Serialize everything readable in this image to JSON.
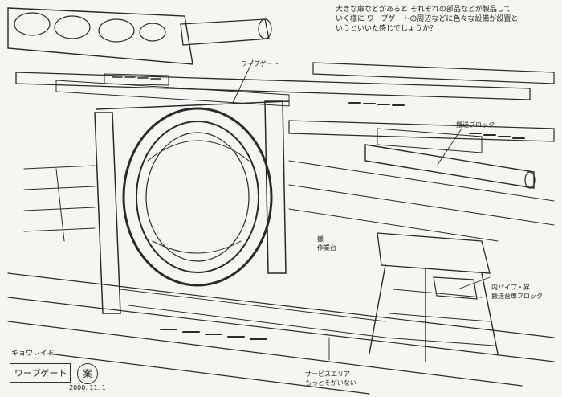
{
  "sheet": {
    "notes": {
      "top_right": "大きな扉などがあると それぞれの部品などが製品して\nいく様に ワープゲートの周辺などに色々な設備が設置と\nいうといいた感じでしょうか？"
    },
    "labels": {
      "warp_gate": "ワープゲート",
      "block": "搬送ブロック",
      "parts_belt": "内パイプ・昇\n搬送台車ブロック",
      "service_area": "サービスエリア\nもっとそがいない",
      "small_note": "搬\n作業台"
    },
    "title_tag": {
      "side": "キョウレイド",
      "main": "ワープゲート",
      "stamp": "案",
      "date": "2000. 11. 1"
    }
  }
}
